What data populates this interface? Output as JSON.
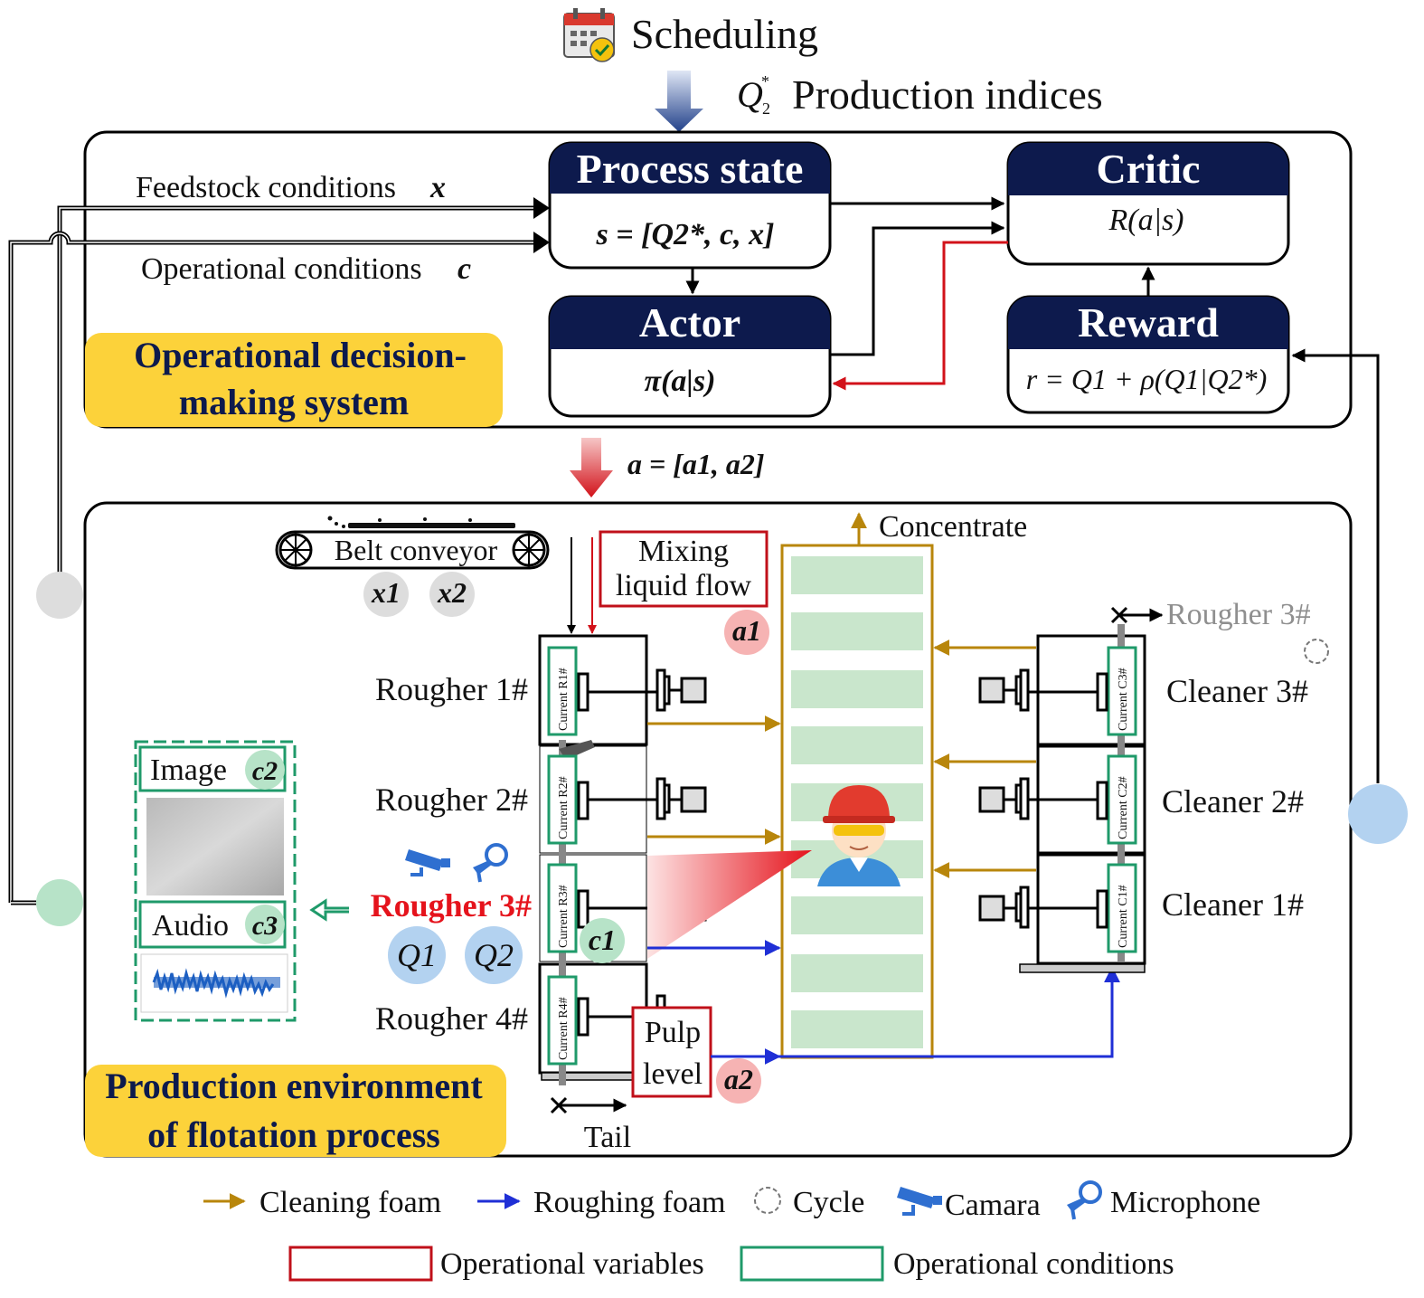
{
  "top": {
    "scheduling": "Scheduling",
    "q2_symbol": "Q",
    "production_indices": "Production indices"
  },
  "decision_system": {
    "label_line1": "Operational decision-",
    "label_line2": "making system",
    "feedstock": "Feedstock conditions",
    "feedstock_var": "x",
    "operational": "Operational conditions",
    "operational_var": "c",
    "process_state": {
      "title": "Process state",
      "formula": "s = [Q2*, c, x]"
    },
    "critic": {
      "title": "Critic",
      "formula": "R(a|s)"
    },
    "actor": {
      "title": "Actor",
      "formula": "π(a|s)"
    },
    "reward": {
      "title": "Reward",
      "formula": "r = Q1 + ρ(Q1|Q2*)"
    },
    "action": "a = [a1, a2]"
  },
  "environment": {
    "label_line1": "Production environment",
    "label_line2": "of flotation process",
    "belt_conveyor": "Belt conveyor",
    "x1": "x1",
    "x2": "x2",
    "mixing_line1": "Mixing",
    "mixing_line2": "liquid flow",
    "a1": "a1",
    "pulp_line1": "Pulp",
    "pulp_line2": "level",
    "a2": "a2",
    "concentrate": "Concentrate",
    "tail": "Tail",
    "rougher1": "Rougher 1#",
    "rougher2": "Rougher 2#",
    "rougher3": "Rougher 3#",
    "rougher4": "Rougher 4#",
    "rougher3_return": "Rougher 3#",
    "cleaner3": "Cleaner 3#",
    "cleaner2": "Cleaner  2#",
    "cleaner1": "Cleaner  1#",
    "q1": "Q1",
    "q2": "Q2",
    "c1": "c1",
    "image_label": "Image",
    "image_var": "c2",
    "audio_label": "Audio",
    "audio_var": "c3",
    "current_r1": "Current  R1#",
    "current_r2": "Current  R2#",
    "current_r3": "Current  R3#",
    "current_r4": "Current  R4#",
    "current_c3": "Current  C3#",
    "current_c2": "Current  C2#",
    "current_c1": "Current  C1#"
  },
  "legend": {
    "cleaning_foam": "Cleaning foam",
    "roughing_foam": "Roughing foam",
    "cycle": "Cycle",
    "camera": "Camara",
    "microphone": "Microphone",
    "operational_variables": "Operational variables",
    "operational_conditions": "Operational conditions"
  },
  "colors": {
    "navy": "#0d1a4d",
    "yellow": "#fcd23a",
    "gold_arrow": "#b8860b",
    "blue_arrow": "#1f2fd6",
    "red": "#d2121a",
    "green_box": "#1f9a6a",
    "light_green": "#c9e6cc"
  }
}
